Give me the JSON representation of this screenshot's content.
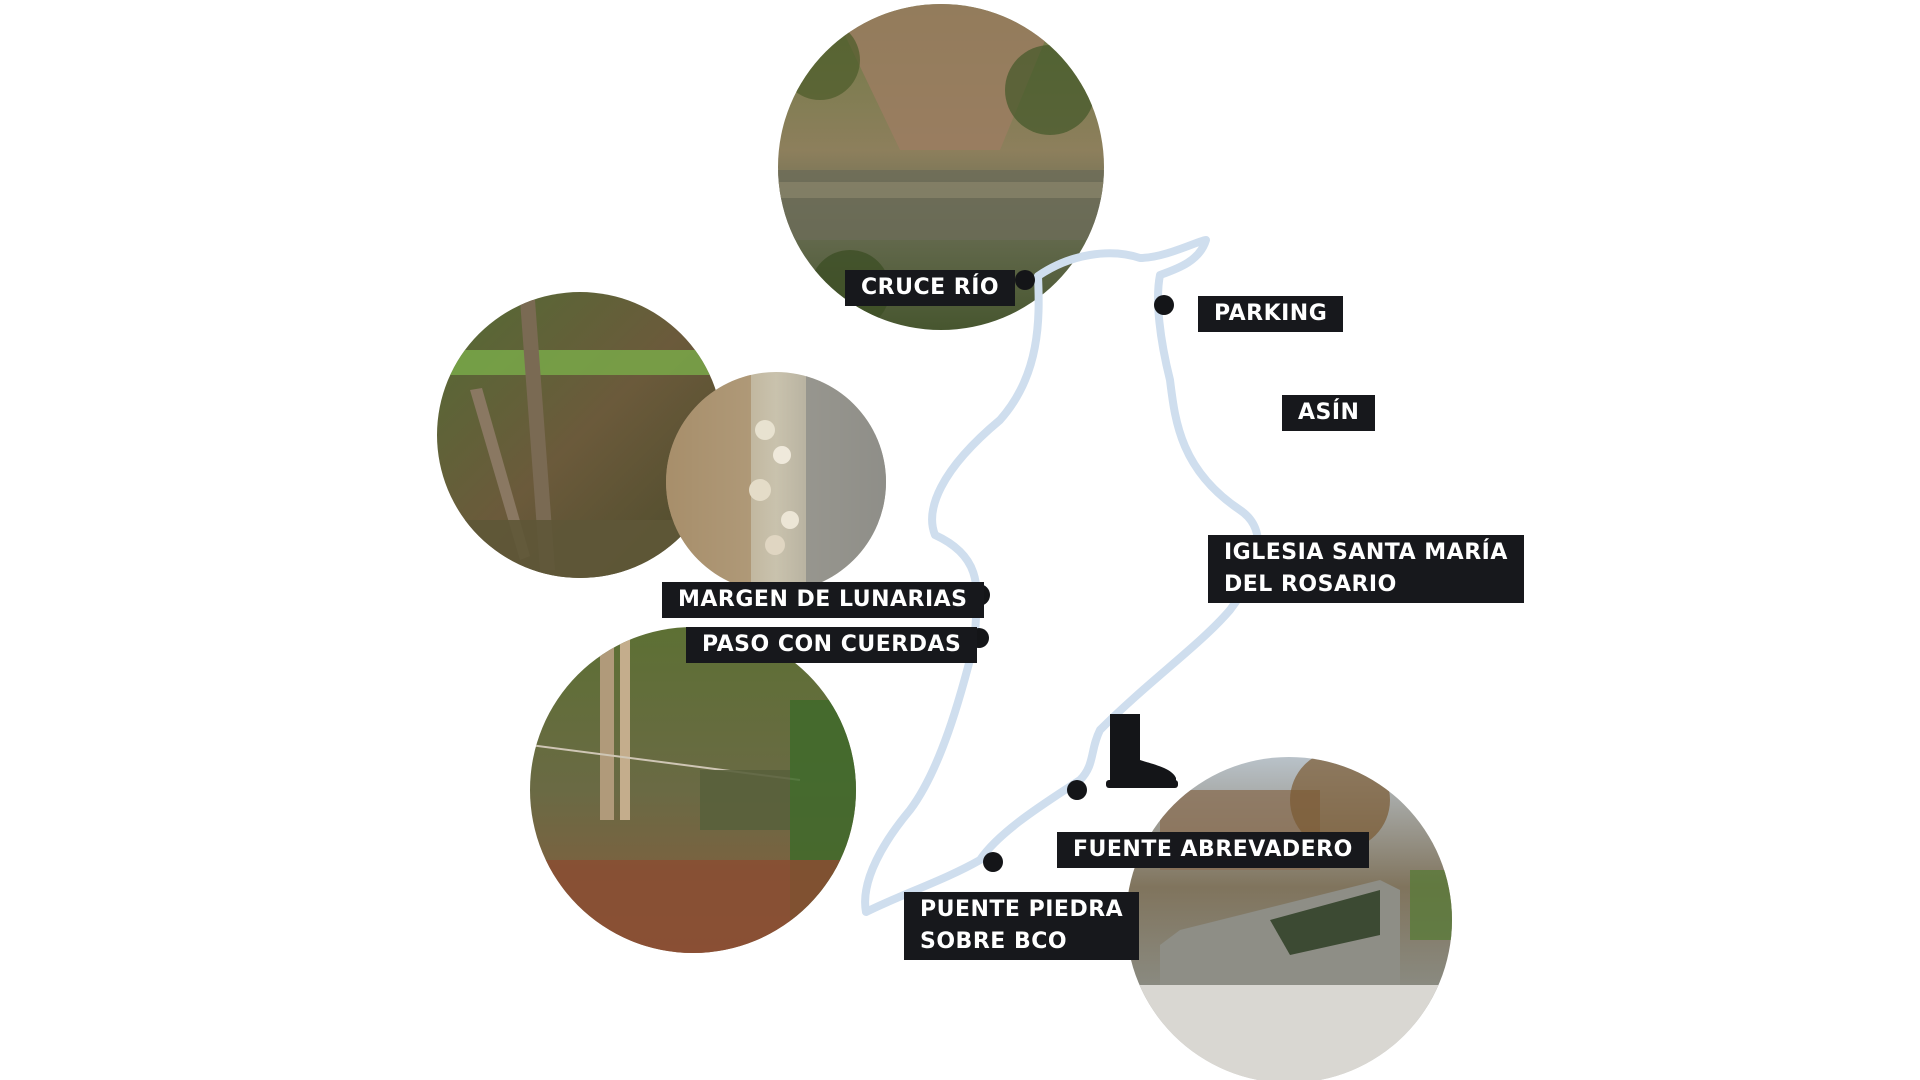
{
  "colors": {
    "route": "#cfdeee",
    "marker": "#141518",
    "label_bg": "#17181c",
    "label_text": "#ffffff"
  },
  "stops": {
    "cruce_rio": "CRUCE RÍO",
    "parking": "PARKING",
    "asin": "ASÍN",
    "iglesia_line1": "IGLESIA SANTA MARÍA",
    "iglesia_line2": "DEL ROSARIO",
    "margen_lunarias": "MARGEN DE LUNARIAS",
    "paso_cuerdas": "PASO CON CUERDAS",
    "fuente_abrevadero": "FUENTE ABREVADERO",
    "puente_line1": "PUENTE PIEDRA",
    "puente_line2": "SOBRE BCO"
  },
  "icons": {
    "start": "boot-icon"
  }
}
